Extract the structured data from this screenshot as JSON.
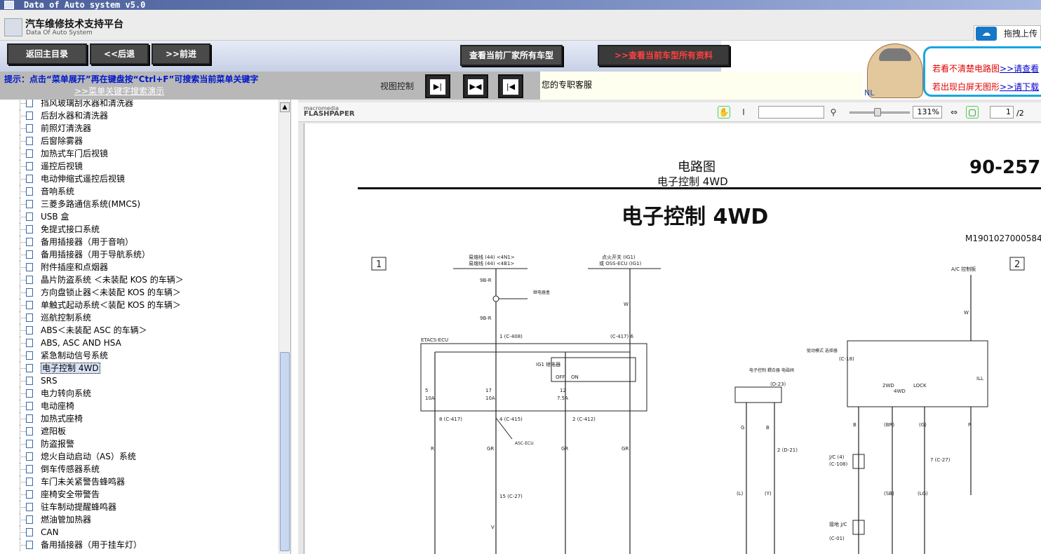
{
  "window": {
    "title": "Data of Auto system v5.0"
  },
  "header": {
    "title": "汽车维修技术支持平台",
    "subtitle": "Data Of Auto System",
    "upload_label": "拖拽上传"
  },
  "nav": {
    "back_main": "返回主目录",
    "back": "<<后退",
    "forward": ">>前进",
    "all_models": "查看当前厂家所有车型",
    "all_data": ">>查看当前车型所有资料"
  },
  "hint": {
    "text": "提示：点击“菜单展开”再在键盘按“Ctrl+F”可搜索当前菜单关键字",
    "link": ">>菜单关键字搜索演示",
    "view_control": "视图控制"
  },
  "service_text": "您的专职客服",
  "ad": {
    "nl": "NL",
    "line1": "若看不清楚电路图",
    "link1": ">>请查看",
    "line2": "若出现白屏无图形",
    "link2": ">>请下载"
  },
  "tree": [
    {
      "label": "挡风玻璃刮水器和清洗器",
      "selected": false
    },
    {
      "label": "后刮水器和清洗器",
      "selected": false
    },
    {
      "label": "前照灯清洗器",
      "selected": false
    },
    {
      "label": "后窗除雾器",
      "selected": false
    },
    {
      "label": "加热式车门后视镜",
      "selected": false
    },
    {
      "label": "遥控后视镜",
      "selected": false
    },
    {
      "label": "电动伸缩式遥控后视镜",
      "selected": false
    },
    {
      "label": "音响系统",
      "selected": false
    },
    {
      "label": "三菱多路通信系统(MMCS)",
      "selected": false
    },
    {
      "label": "USB 盒",
      "selected": false
    },
    {
      "label": "免提式接口系统",
      "selected": false
    },
    {
      "label": "备用插接器（用于音响）",
      "selected": false
    },
    {
      "label": "备用插接器（用于导航系统）",
      "selected": false
    },
    {
      "label": "附件插座和点烟器",
      "selected": false
    },
    {
      "label": "晶片防盗系统 ＜未装配 KOS 的车辆＞",
      "selected": false
    },
    {
      "label": "方向盘锁止器＜未装配 KOS 的车辆＞",
      "selected": false
    },
    {
      "label": "单触式起动系统＜装配 KOS 的车辆＞",
      "selected": false
    },
    {
      "label": "巡航控制系统",
      "selected": false
    },
    {
      "label": "ABS＜未装配 ASC 的车辆＞",
      "selected": false
    },
    {
      "label": "ABS, ASC AND HSA",
      "selected": false
    },
    {
      "label": "紧急制动信号系统",
      "selected": false
    },
    {
      "label": "电子控制 4WD",
      "selected": true
    },
    {
      "label": "SRS",
      "selected": false
    },
    {
      "label": "电力转向系统",
      "selected": false
    },
    {
      "label": "电动座椅",
      "selected": false
    },
    {
      "label": "加热式座椅",
      "selected": false
    },
    {
      "label": "遮阳板",
      "selected": false
    },
    {
      "label": "防盗报警",
      "selected": false
    },
    {
      "label": "熄火自动启动（AS）系统",
      "selected": false
    },
    {
      "label": "倒车传感器系统",
      "selected": false
    },
    {
      "label": "车门未关紧警告蜂鸣器",
      "selected": false
    },
    {
      "label": "座椅安全带警告",
      "selected": false
    },
    {
      "label": "驻车制动提醒蜂鸣器",
      "selected": false
    },
    {
      "label": "燃油管加热器",
      "selected": false
    },
    {
      "label": "CAN",
      "selected": false
    },
    {
      "label": "备用插接器（用于挂车灯）",
      "selected": false
    }
  ],
  "viewer": {
    "brand_top": "macromedia",
    "brand": "FLASHPAPER",
    "zoom": "131%",
    "page": "1",
    "page_total": "/2"
  },
  "document": {
    "head1": "电路图",
    "head2": "电子控制 4WD",
    "page_number": "90-257",
    "title": "电子控制 4WD",
    "doc_id": "M1901027000584"
  },
  "diagram": {
    "box1": "1",
    "box2": "2",
    "ign_switch": "点火开关 (IG1)",
    "ign_switch2": "或 OSS-ECU (IG1)",
    "fusible1": "易熔线 (44) <4N1>",
    "fusible2": "易熔线 (44) <4B1>",
    "ac_panel": "A/C 控制板",
    "wire_9br": "9B-R",
    "wire_w": "W",
    "relay_box": "继电器盒",
    "etacs": "ETACS-ECU",
    "c408": "1 (C-408)",
    "c417a": "(C-417) 6",
    "ig1_relay": "IG1 继电器",
    "off": "OFF",
    "on": "ON",
    "fuse5": "5",
    "fuse17": "17",
    "fuse12": "12",
    "amp10a": "10A",
    "amp10b": "10A",
    "amp75": "7.5A",
    "c417b": "8 (C-417)",
    "c415": "4 (C-415)",
    "c412": "2 (C-412)",
    "asc_ecu": "ASC-ECU",
    "w_r": "R",
    "w_gr1": "GR",
    "w_gr2": "GR",
    "w_gr3": "GR",
    "c27a": "15 (C-27)",
    "w_v": "V",
    "ec_coupling": "电子控制 耦合器 电磁阀",
    "d23": "(D-23)",
    "d21": "2 (D-21)",
    "w_g": "G",
    "w_b": "B",
    "w_l": "(L)",
    "w_y": "(Y)",
    "drive_sel": "驱动模式 选择器",
    "c18": "(C-18)",
    "sw2wd": "2WD",
    "sw4wd": "4WD",
    "swlock": "LOCK",
    "ill": "ILL",
    "jc4": "J/C (4)",
    "c108": "(C-108)",
    "w_br": "(BR)",
    "w_g2": "(G)",
    "w_p": "P",
    "c27b": "7 (C-27)",
    "w_sb": "(SB)",
    "w_lg": "(LG)",
    "ground_jc": "接地 J/C",
    "c01": "(C-01)"
  }
}
